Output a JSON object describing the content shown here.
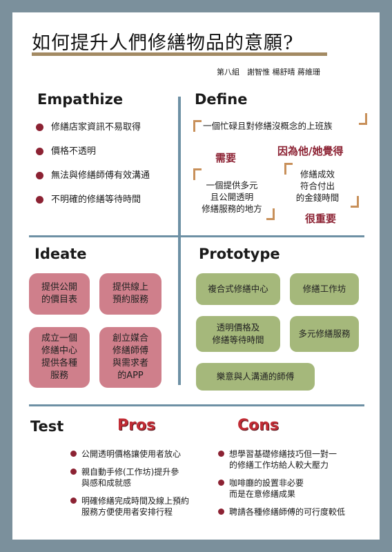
{
  "title": "如何提升人們修繕物品的意願?",
  "authors": "第八組　謝智惟 楊舒晴 蔣維珊",
  "empathize": {
    "heading": "Empathize",
    "items": [
      "修繕店家資訊不易取得",
      "價格不透明",
      "無法與修繕師傅有效溝通",
      "不明確的修繕等待時間"
    ]
  },
  "define": {
    "heading": "Define",
    "persona": "一個忙碌且對修繕沒概念的上班族",
    "need_label": "需要",
    "need": "一個提供多元\n且公開透明\n修繕服務的地方",
    "because_label": "因為他/她覺得",
    "insight": "修繕成效\n符合付出\n的金錢時間",
    "important_label": "很重要"
  },
  "ideate": {
    "heading": "Ideate",
    "ideas": [
      "提供公開\n的價目表",
      "提供線上\n預約服務",
      "成立一個\n修繕中心\n提供各種\n服務",
      "創立媒合\n修繕師傅\n與需求者\n的APP"
    ]
  },
  "prototype": {
    "heading": "Prototype",
    "items": [
      "複合式修繕中心",
      "修繕工作坊",
      "透明價格及\n修繕等待時間",
      "多元修繕服務",
      "樂意與人溝通的師傅"
    ]
  },
  "test": {
    "heading": "Test",
    "pros_label": "Pros",
    "cons_label": "Cons",
    "pros": [
      "公開透明價格讓使用者放心",
      "親自動手修(工作坊)提升參\n與感和成就感",
      "明確修繕完成時間及線上預約\n服務方便使用者安排行程"
    ],
    "cons": [
      "想學習基礎修繕技巧但一對一\n的修繕工作坊給人較大壓力",
      "咖啡廳的設置非必要\n而是在意修繕成果",
      "聘請各種修繕師傅的可行度較低"
    ]
  },
  "colors": {
    "background": "#7b909c",
    "divider": "#6d90a4",
    "title_underline": "#a38a63",
    "bullet": "#8c2233",
    "ideate_card": "#cf7f8b",
    "prototype_card": "#a5b87b",
    "pros_cons": "#c12c35",
    "bracket": "#c8905a"
  }
}
